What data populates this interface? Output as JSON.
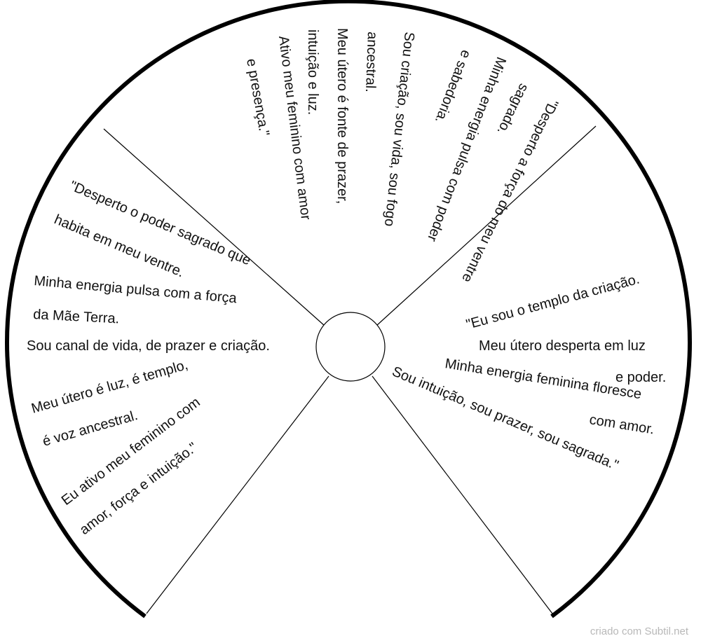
{
  "segments": [
    {
      "id": "left",
      "lines": [
        "\"Desperto o poder sagrado que",
        "habita em meu ventre.",
        "Minha energia pulsa com a força",
        "da Mãe Terra.",
        "Sou canal de vida, de prazer e criação.",
        "Meu útero é luz, é templo,",
        "é voz ancestral.",
        "Eu ativo meu feminino com",
        "amor, força e intuição.\""
      ]
    },
    {
      "id": "top",
      "lines": [
        "\"Desperto a força do meu ventre",
        "sagrado.",
        "Minha energia pulsa com poder",
        "e sabedoria.",
        "Sou criação, sou vida, sou fogo",
        "ancestral.",
        "Meu útero é fonte de prazer,",
        "intuição e luz.",
        "Ativo meu feminino com amor",
        "e presença.\""
      ]
    },
    {
      "id": "right",
      "lines": [
        "\"Eu sou o templo da criação.",
        "Meu útero desperta em luz",
        "e poder.",
        "Minha energia feminina floresce",
        "com amor.",
        "Sou intuição, sou prazer, sou sagrada.\""
      ]
    }
  ],
  "credit": "criado com Subtil.net"
}
